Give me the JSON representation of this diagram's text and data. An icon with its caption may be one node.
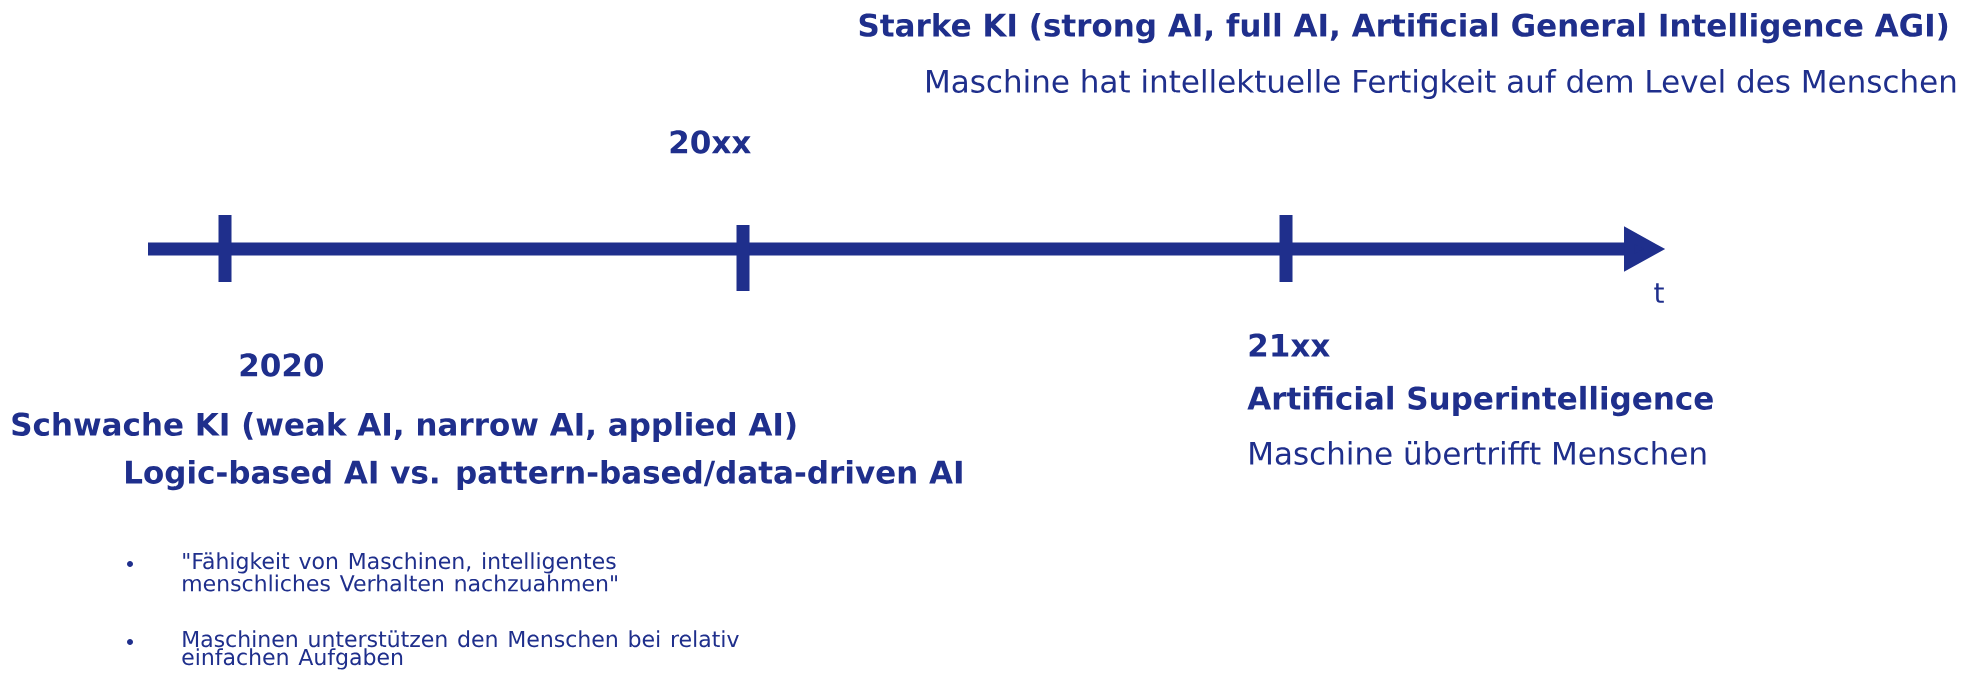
{
  "diagram": {
    "labels": [
      "Starke KI (strong AI, full AI, Artificial General Intelligence AGI)",
      "Maschine hat intellektuelle Fertigkeit auf dem Level des Menschen",
      "20xx",
      "t",
      "21xx",
      "2020",
      "Artificial Superintelligence",
      "Schwache KI (weak AI, narrow AI, applied AI)",
      "Maschine übertrifft Menschen",
      "Logic-based AI vs. pattern-based/data-driven AI",
      "\"Fähigkeit von Maschinen, intelligentes menschliches Verhalten nachzuahmen\"",
      "Maschinen unterstützen den Menschen bei relativ einfachen Aufgaben"
    ]
  }
}
